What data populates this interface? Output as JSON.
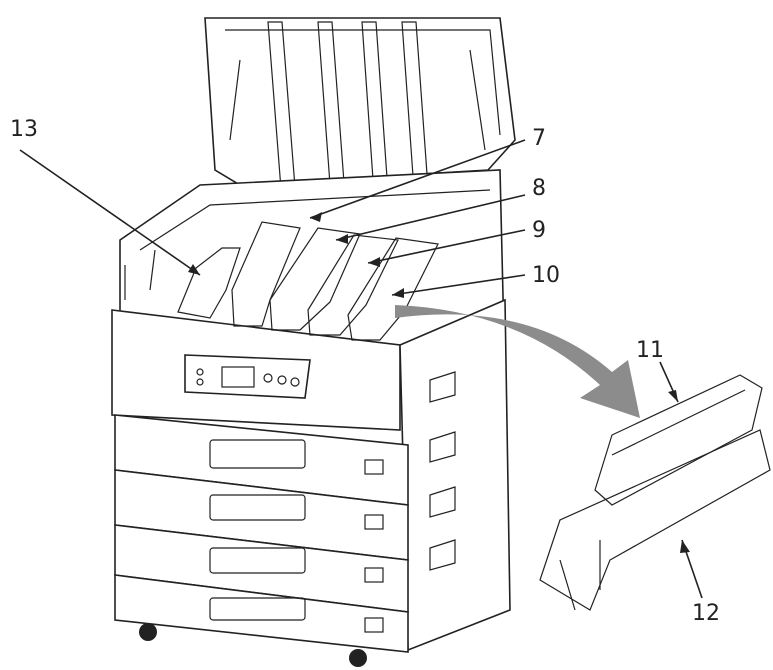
{
  "callouts": [
    {
      "id": "13",
      "text": "13"
    },
    {
      "id": "7",
      "text": "7"
    },
    {
      "id": "8",
      "text": "8"
    },
    {
      "id": "9",
      "text": "9"
    },
    {
      "id": "10",
      "text": "10"
    },
    {
      "id": "11",
      "text": "11"
    },
    {
      "id": "12",
      "text": "12"
    }
  ],
  "colors": {
    "cyan": "#1ba7dd",
    "magenta": "#e4198b",
    "yellow": "#ffe21a",
    "black": "#6d6d6d",
    "waste": "#e8b07c",
    "toner_cartridge": "#8a9bd8",
    "drum_unit": "#8fd39d",
    "arrow": "#8c8c8c",
    "line": "#222222"
  }
}
